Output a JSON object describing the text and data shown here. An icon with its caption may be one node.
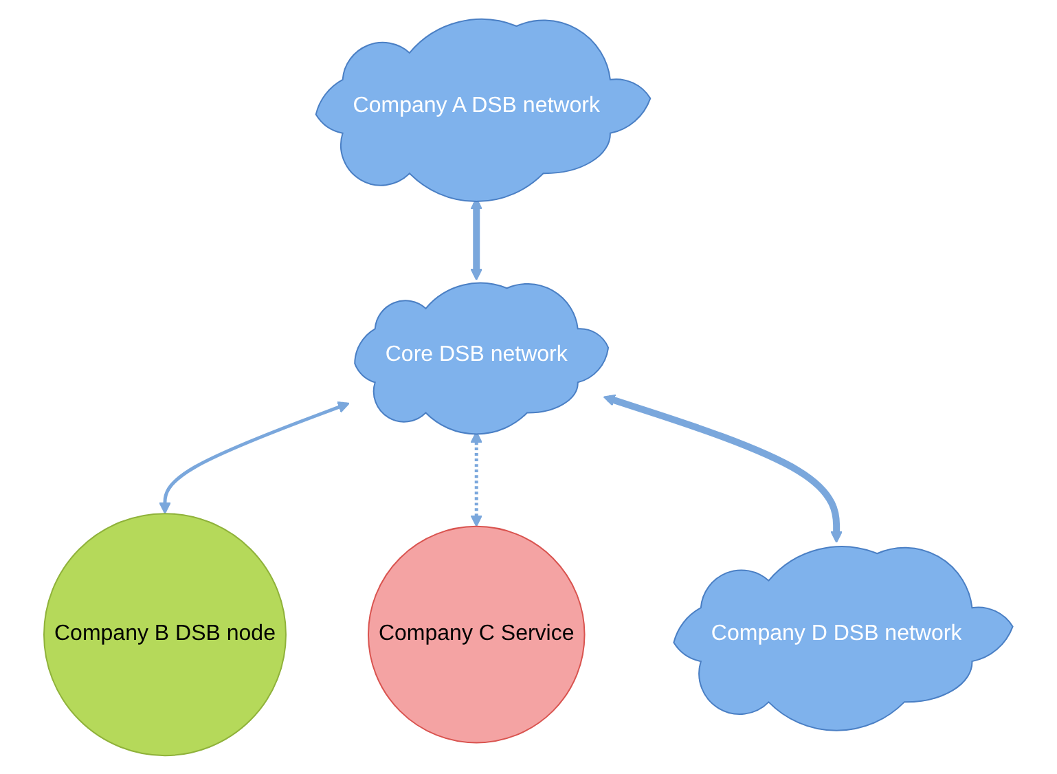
{
  "diagram": {
    "nodes": [
      {
        "text": [
          "Company A DSB network"
        ]
      },
      {
        "text": [
          "Company B DSB node"
        ]
      },
      {
        "text": [
          "Core DSB network"
        ]
      },
      {
        "text": [
          "Company C Service"
        ]
      },
      {
        "text": [
          "Company D DSB network"
        ]
      }
    ],
    "edges": [
      {
        "from": 0,
        "to": 2,
        "arrow": "both",
        "style": "thick"
      },
      {
        "from": 2,
        "to": 1,
        "arrow": "both"
      },
      {
        "from": 2,
        "to": 3,
        "arrow": "both",
        "style": "dashed"
      },
      {
        "from": 2,
        "to": 4,
        "arrow": "both",
        "style": "thick"
      }
    ]
  }
}
